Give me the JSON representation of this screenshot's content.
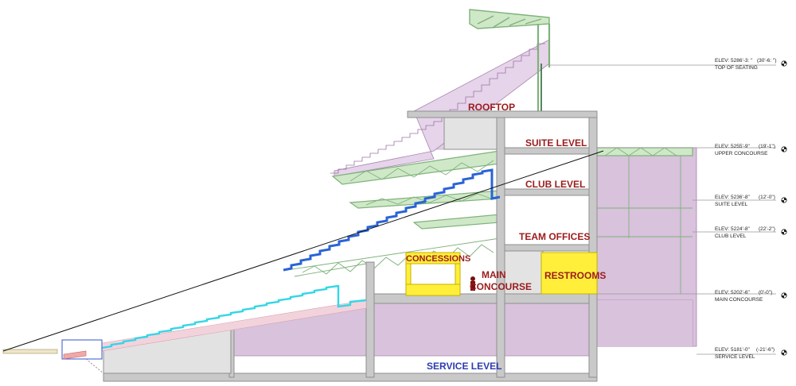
{
  "diagram": {
    "colors": {
      "structure": "#c9c9c9",
      "structure_edge": "#8f8f8f",
      "steel": "#cfe8c8",
      "steel_edge": "#7fb27a",
      "purple": "#d8c2dc",
      "purple_edge": "#a886ad",
      "yellow": "#ffef3a",
      "blue_seats": "#2a63d6",
      "cyan_seats": "#35d6e6",
      "label_red": "#9b1c1c",
      "label_blue": "#2b3cb0"
    },
    "labels": {
      "rooftop": "ROOFTOP",
      "suite_level": "SUITE LEVEL",
      "club_level": "CLUB LEVEL",
      "team_offices": "TEAM OFFICES",
      "concessions": "CONCESSIONS",
      "main_concourse_1": "MAIN",
      "main_concourse_2": "CONCOURSE",
      "restrooms": "RESTROOMS",
      "service_level": "SERVICE LEVEL"
    },
    "elevations": [
      {
        "elev": "ELEV: 5286'-3: \"",
        "delta": "(30'-6: \")",
        "name": "TOP OF SEATING"
      },
      {
        "elev": "ELEV: 5255'-9\"",
        "delta": "(19'-1\")",
        "name": "UPPER CONCOURSE"
      },
      {
        "elev": "ELEV: 5236'-8\"",
        "delta": "(12'-0\")",
        "name": "SUITE LEVEL"
      },
      {
        "elev": "ELEV: 5224'-8\"",
        "delta": "(22'-2\")",
        "name": "CLUB LEVEL"
      },
      {
        "elev": "ELEV: 5202'-6\"",
        "delta": "(0'-0\")",
        "name": "MAIN CONCOURSE"
      },
      {
        "elev": "ELEV: 5181'-0\"",
        "delta": "(-21'-6\")",
        "name": "SERVICE LEVEL"
      }
    ]
  }
}
